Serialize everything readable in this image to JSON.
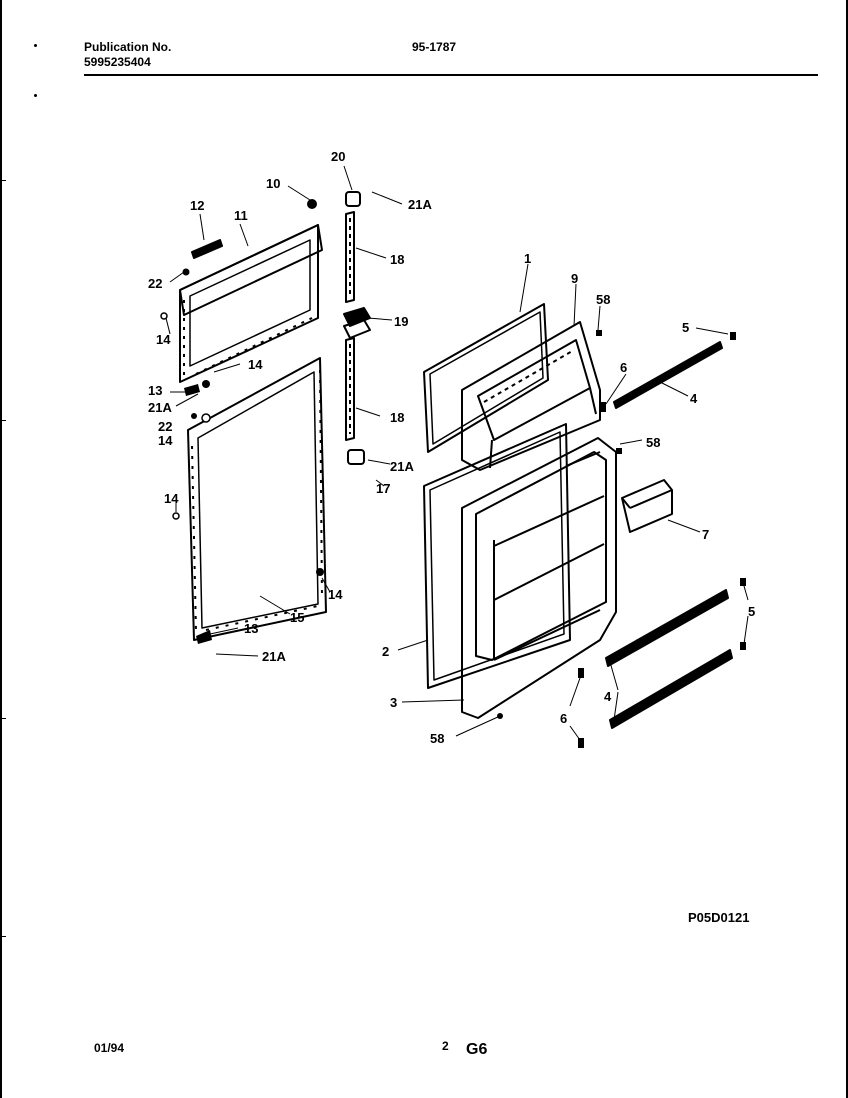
{
  "header": {
    "publication_label": "Publication No.",
    "publication_number": "5995235404",
    "model": "95-1787"
  },
  "diagram": {
    "callouts": [
      "20",
      "10",
      "21A",
      "12",
      "11",
      "18",
      "22",
      "14",
      "19",
      "1",
      "9",
      "58",
      "5",
      "6",
      "4",
      "13",
      "21A",
      "22",
      "14",
      "18",
      "58",
      "21A",
      "17",
      "14",
      "7",
      "14",
      "15",
      "13",
      "21A",
      "2",
      "5",
      "4",
      "3",
      "6",
      "58",
      "14",
      "14"
    ],
    "drawing_code": "P05D0121"
  },
  "footer": {
    "date": "01/94",
    "page_number": "2",
    "section": "G6"
  }
}
